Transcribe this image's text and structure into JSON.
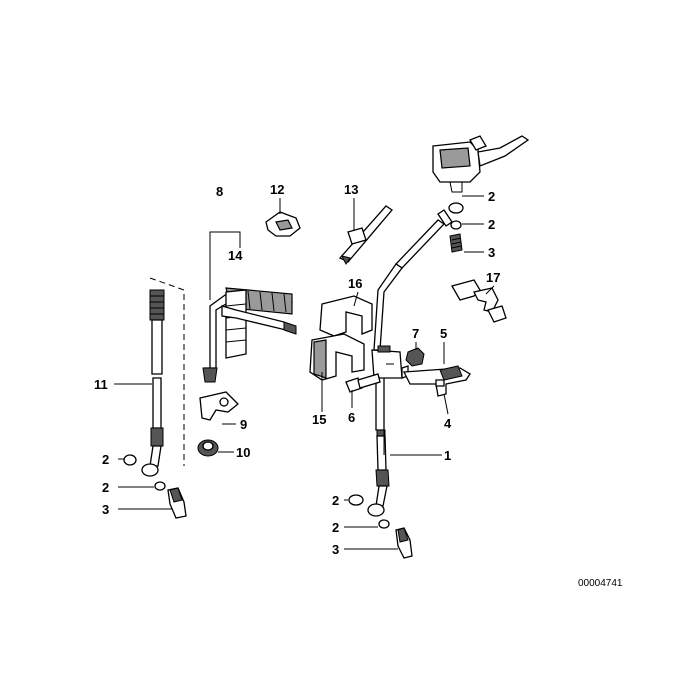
{
  "callouts": {
    "c1": "1",
    "c2a": "2",
    "c2b": "2",
    "c2c": "2",
    "c2d": "2",
    "c2e": "2",
    "c2f": "2",
    "c3a": "3",
    "c3b": "3",
    "c3c": "3",
    "c4": "4",
    "c5": "5",
    "c6": "6",
    "c7": "7",
    "c8": "8",
    "c9": "9",
    "c10": "10",
    "c11": "11",
    "c12": "12",
    "c13": "13",
    "c14": "14",
    "c15": "15",
    "c16": "16",
    "c17": "17"
  },
  "reference_number": "00004741"
}
